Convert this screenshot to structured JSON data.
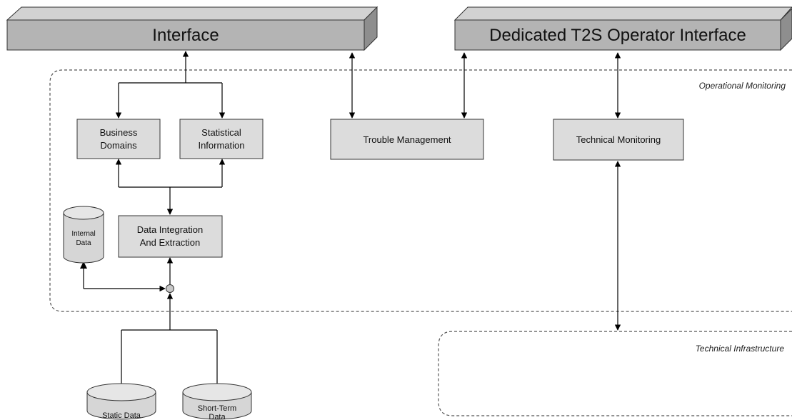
{
  "bars": {
    "interface": "Interface",
    "operator_interface": "Dedicated T2S Operator Interface"
  },
  "regions": {
    "operational_monitoring": "Operational Monitoring",
    "technical_infrastructure": "Technical Infrastructure"
  },
  "boxes": {
    "business_domains": [
      "Business",
      "Domains"
    ],
    "statistical_information": [
      "Statistical",
      "Information"
    ],
    "data_integration": [
      "Data Integration",
      "And Extraction"
    ],
    "trouble_management": "Trouble Management",
    "technical_monitoring": "Technical Monitoring"
  },
  "cylinders": {
    "internal_data": [
      "Internal",
      "Data"
    ],
    "static_data": "Static Data",
    "short_term_data": [
      "Short-Term",
      "Data"
    ]
  },
  "colors": {
    "box_fill": "#dcdcdc",
    "bar_front": "#b4b4b4",
    "bar_top": "#d2d2d2",
    "bar_side": "#8e8e8e",
    "region_stroke": "#555555"
  }
}
